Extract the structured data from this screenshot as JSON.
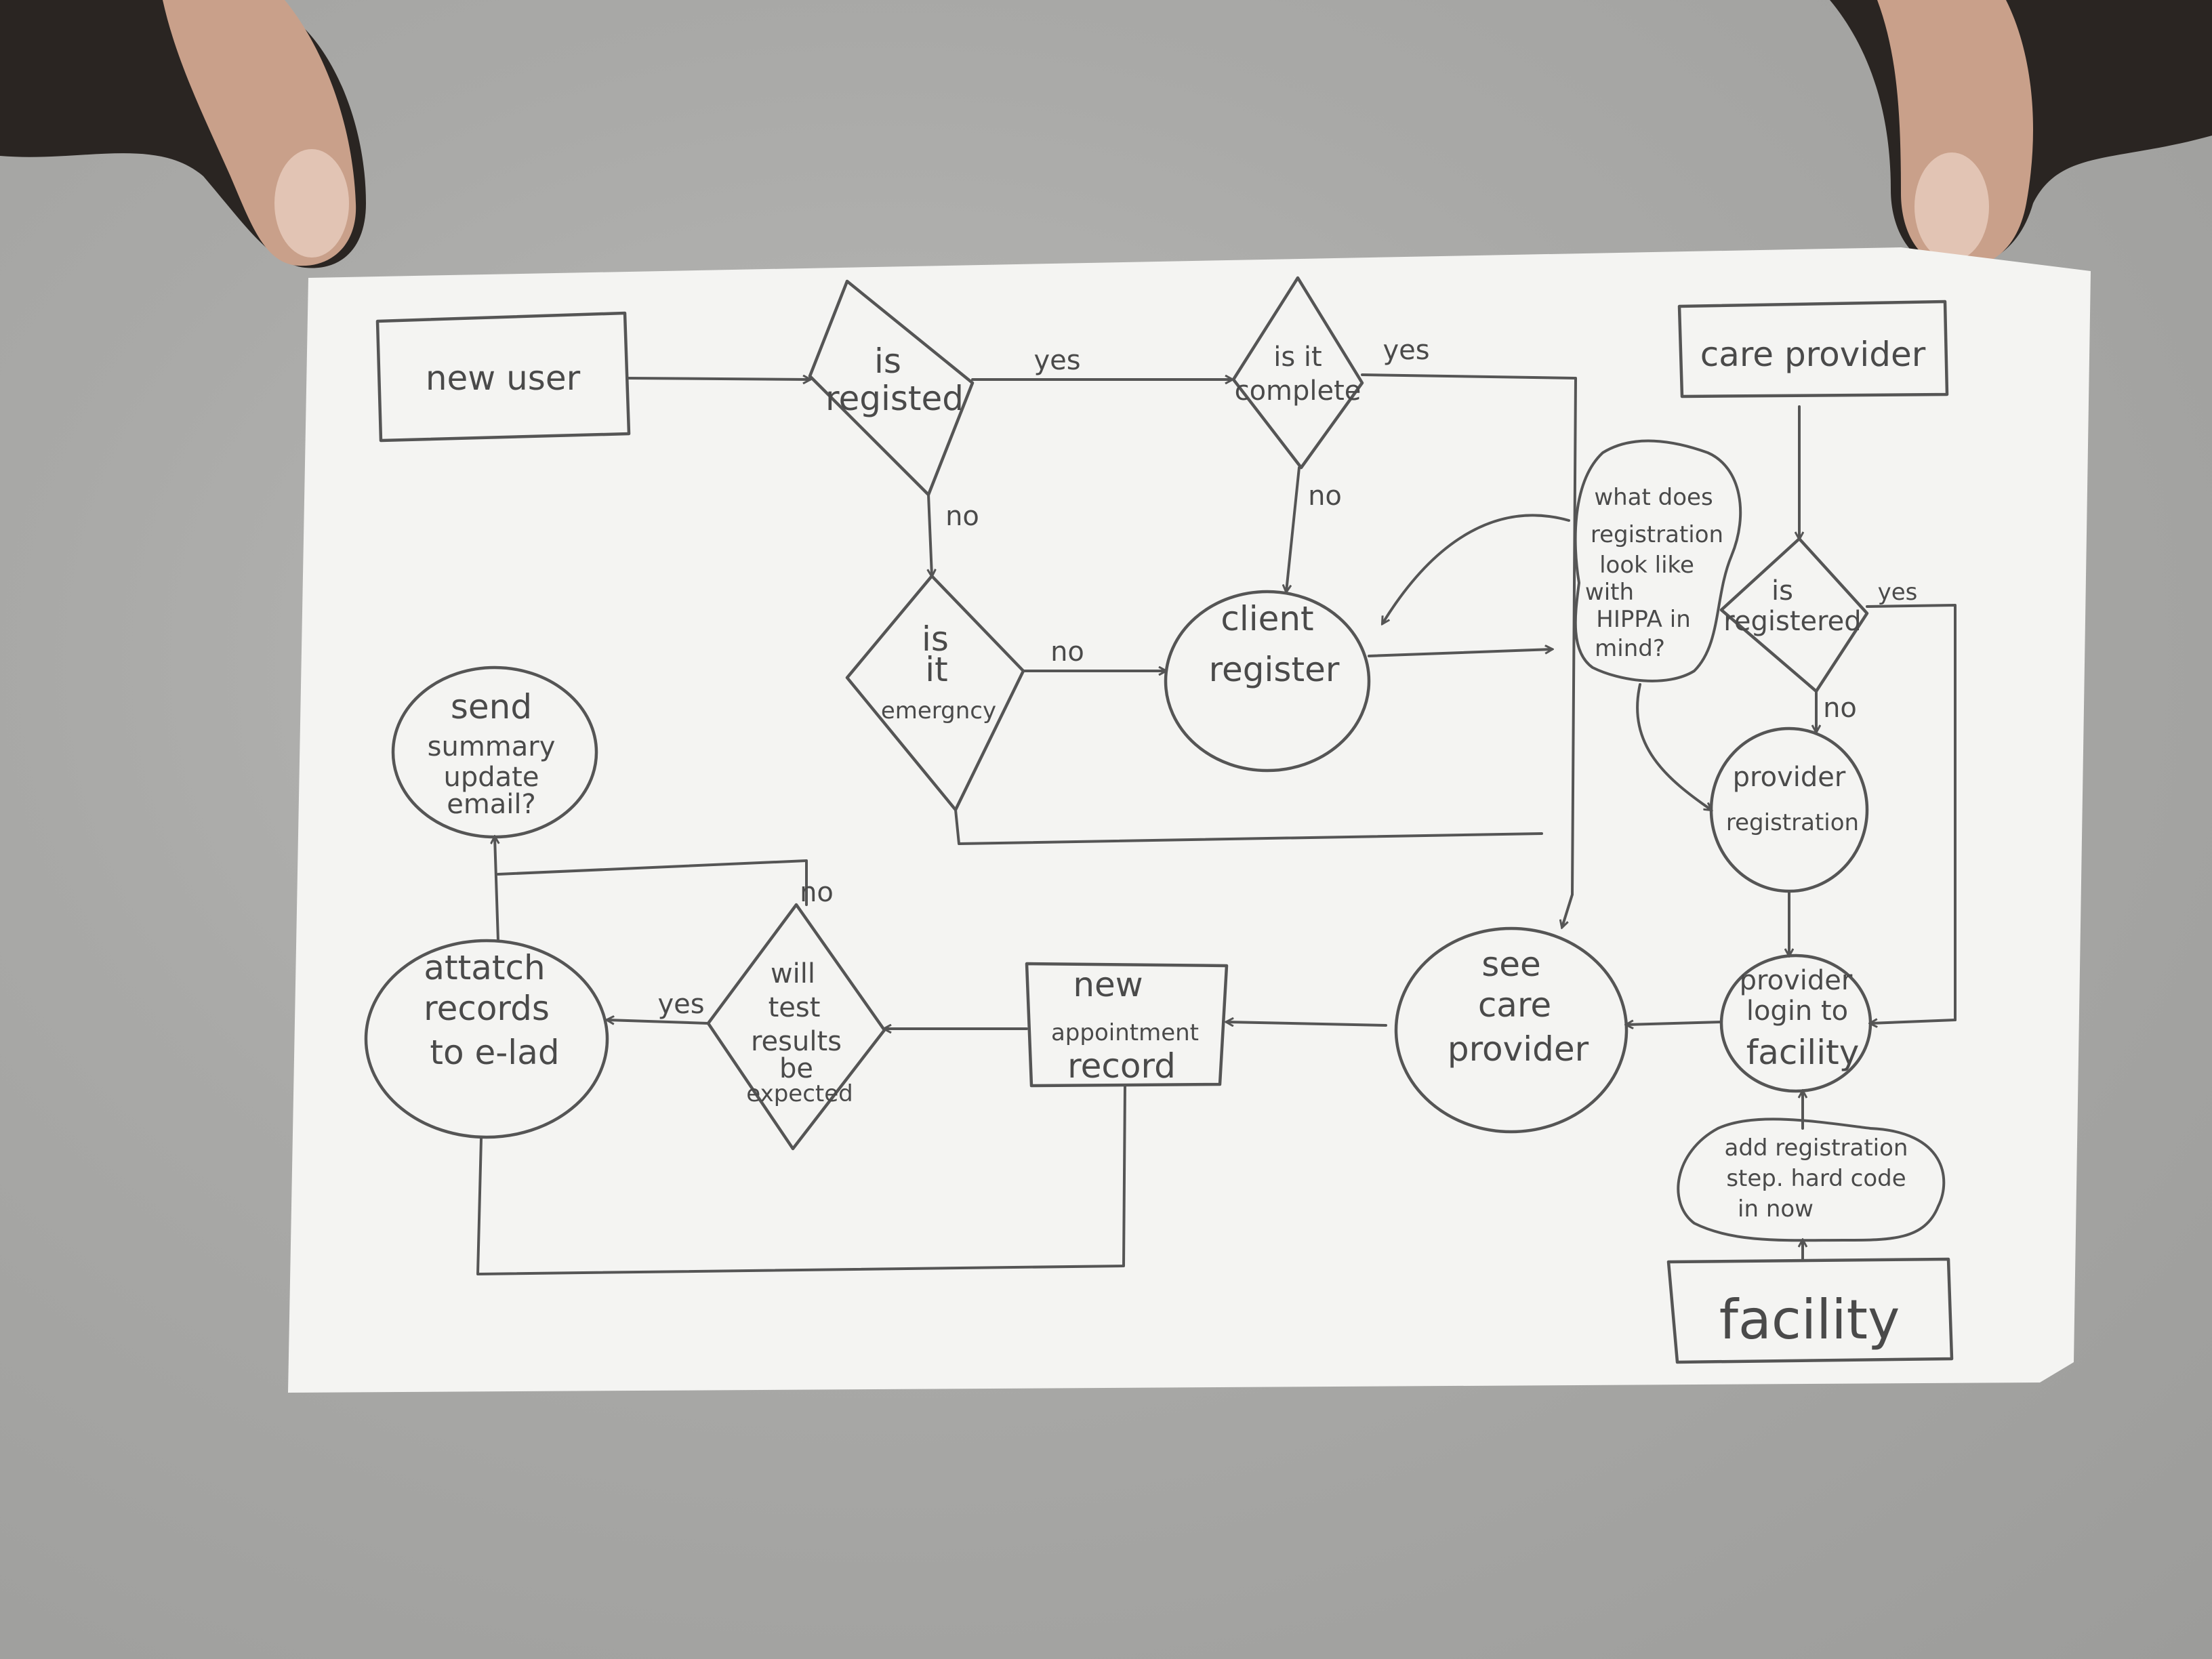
{
  "nodes": {
    "new_user": "new user",
    "is_registered_1": [
      "is",
      "registed"
    ],
    "is_complete": [
      "is it",
      "complete"
    ],
    "is_emergency": [
      "is",
      "it",
      "emergncy"
    ],
    "client_register": [
      "client",
      "register"
    ],
    "care_provider": "care provider",
    "note_registration": [
      "what does",
      "registration",
      "look like",
      "with",
      "HIPPA in",
      "mind?"
    ],
    "is_registered_2": [
      "is",
      "registered"
    ],
    "provider_registration": [
      "provider",
      "registration"
    ],
    "provider_login": [
      "provider",
      "login to",
      "facility"
    ],
    "note_facility": [
      "add registration",
      "step. hard code",
      "in now"
    ],
    "facility": "facility",
    "see_care_provider": [
      "see",
      "care",
      "provider"
    ],
    "new_appointment": [
      "new",
      "appointment",
      "record"
    ],
    "test_results": [
      "will",
      "test",
      "results",
      "be",
      "expected"
    ],
    "attach_records": [
      "attatch",
      "records",
      "to e-lad"
    ],
    "send_summary": [
      "send",
      "summary",
      "update",
      "email?"
    ]
  },
  "edge_labels": {
    "yes_1": "yes",
    "yes_2": "yes",
    "no_1": "no",
    "no_2": "no",
    "no_3": "no",
    "yes_3": "yes",
    "no_4": "no",
    "yes_4": "yes",
    "no_5": "no"
  },
  "colors": {
    "paper": "#f4f4f2",
    "pencil": "#4a4a4a",
    "table": "#a9a9a7",
    "skin": "#c9a08a"
  }
}
